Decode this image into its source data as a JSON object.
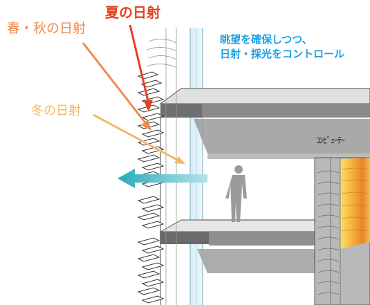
{
  "labels": {
    "summer_sun": "夏の日射",
    "spring_autumn_sun": "春・秋の日射",
    "winter_sun": "冬の日射",
    "note_line1": "眺望を確保しつつ、",
    "note_line2": "日射・採光をコントロール",
    "computer": "ｺﾝﾋﾟｭｰﾃｰ"
  },
  "colors": {
    "summer": "#e4421e",
    "spring_autumn": "#ef8a52",
    "winter": "#efb968",
    "note": "#1aa2e6",
    "view_arrow": "#33b3c3"
  }
}
